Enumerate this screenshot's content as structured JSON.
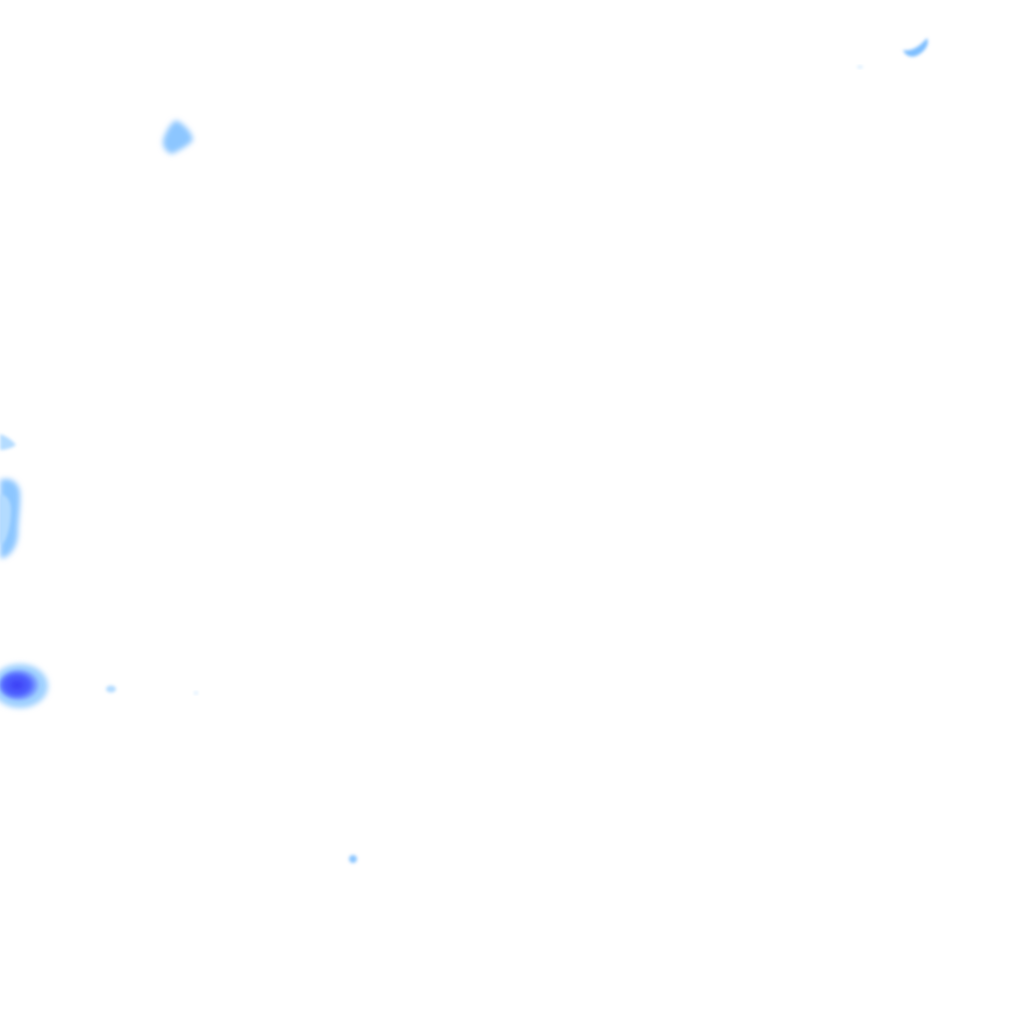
{
  "map": {
    "background": "#ffffff",
    "palette": {
      "light": "#9fd0ff",
      "medium": "#5aa8ff",
      "heavy": "#3b3ef5"
    },
    "cells": [
      {
        "id": "cell-top-right",
        "intensity": "light"
      },
      {
        "id": "cell-upper-left",
        "intensity": "light"
      },
      {
        "id": "cell-left-edge-upper",
        "intensity": "light"
      },
      {
        "id": "cell-left-edge-middle",
        "intensity": "light"
      },
      {
        "id": "cell-left-edge-lower",
        "intensity": "heavy"
      },
      {
        "id": "cell-speck-left",
        "intensity": "light"
      },
      {
        "id": "cell-speck-bottom",
        "intensity": "light"
      }
    ]
  }
}
